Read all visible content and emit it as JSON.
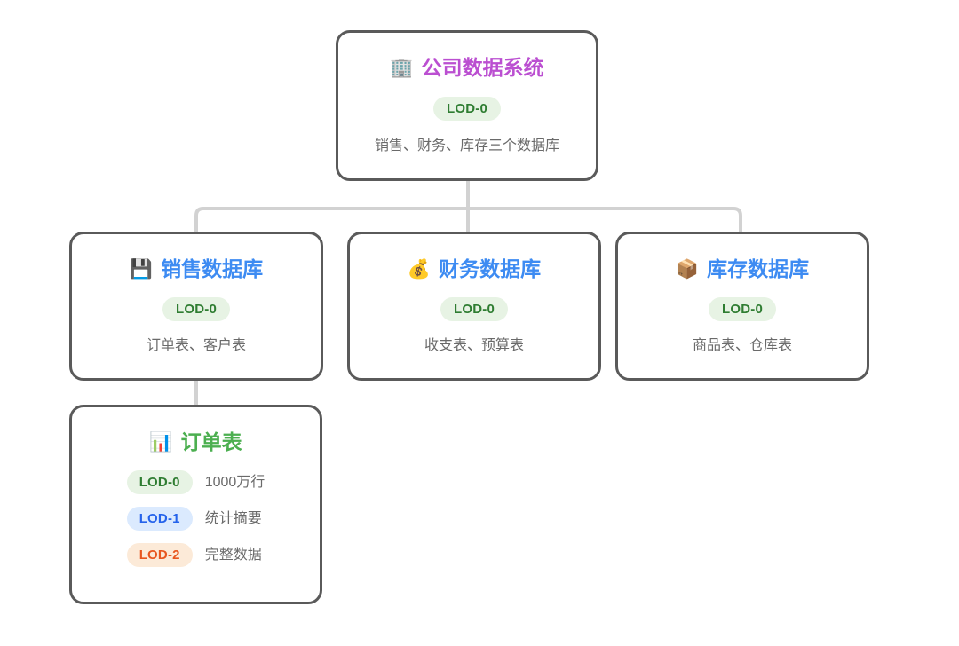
{
  "diagram": {
    "type": "hierarchy-tree",
    "background_color": "#ffffff",
    "connector_color": "#d2d2d2",
    "card_border_color": "#5a5a5a",
    "nodes": {
      "root": {
        "icon": "office-building-icon",
        "icon_glyph": "🏢",
        "title": "公司数据系统",
        "title_color": "#bb4fd1",
        "badge": "LOD-0",
        "badge_level": "lod-0",
        "description": "销售、财务、库存三个数据库"
      },
      "sales": {
        "icon": "floppy-disk-icon",
        "icon_glyph": "💾",
        "title": "销售数据库",
        "title_color": "#3d8bf2",
        "badge": "LOD-0",
        "badge_level": "lod-0",
        "description": "订单表、客户表"
      },
      "finance": {
        "icon": "money-bag-icon",
        "icon_glyph": "💰",
        "title": "财务数据库",
        "title_color": "#3d8bf2",
        "badge": "LOD-0",
        "badge_level": "lod-0",
        "description": "收支表、预算表"
      },
      "inventory": {
        "icon": "package-box-icon",
        "icon_glyph": "📦",
        "title": "库存数据库",
        "title_color": "#3d8bf2",
        "badge": "LOD-0",
        "badge_level": "lod-0",
        "description": "商品表、仓库表"
      },
      "orders": {
        "icon": "bar-chart-icon",
        "icon_glyph": "📊",
        "title": "订单表",
        "title_color": "#4caf50",
        "lod_rows": [
          {
            "badge": "LOD-0",
            "badge_level": "lod-0",
            "note": "1000万行"
          },
          {
            "badge": "LOD-1",
            "badge_level": "lod-1",
            "note": "统计摘要"
          },
          {
            "badge": "LOD-2",
            "badge_level": "lod-2",
            "note": "完整数据"
          }
        ]
      }
    },
    "badge_colors": {
      "lod-0": {
        "background": "#e7f3e4",
        "text": "#2f7d32"
      },
      "lod-1": {
        "background": "#dbeafe",
        "text": "#2563eb"
      },
      "lod-2": {
        "background": "#fcead8",
        "text": "#e8561f"
      }
    }
  }
}
